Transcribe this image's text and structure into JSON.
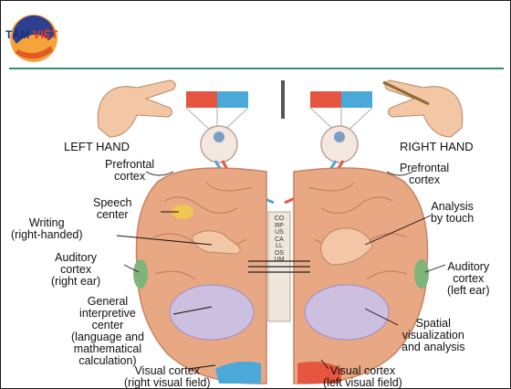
{
  "logo": {
    "word1": "TÂM",
    "word2": "VIỆT",
    "icon": "globe-logo-icon"
  },
  "colors": {
    "rule": "#3a8a7a",
    "red": "#e5553f",
    "blue": "#4aa9d8",
    "brain": "#e8a884"
  },
  "labels": {
    "left_hand": "LEFT HAND",
    "right_hand": "RIGHT HAND",
    "prefrontal_left": [
      "Prefrontal",
      "cortex"
    ],
    "prefrontal_right": [
      "Prefrontal",
      "cortex"
    ],
    "speech": [
      "Speech",
      "center"
    ],
    "writing": [
      "Writing",
      "(right-handed)"
    ],
    "auditory_left": [
      "Auditory",
      "cortex",
      "(right ear)"
    ],
    "general": [
      "General",
      "interpretive",
      "center",
      "(language and",
      "mathematical",
      "calculation)"
    ],
    "visual_left": [
      "Visual cortex",
      "(right visual field)"
    ],
    "analysis": [
      "Analysis",
      "by touch"
    ],
    "auditory_right": [
      "Auditory",
      "cortex",
      "(left ear)"
    ],
    "spatial": [
      "Spatial",
      "visualization",
      "and analysis"
    ],
    "visual_right": [
      "Visual cortex",
      "(left visual field)"
    ],
    "corpus": "CORPUS CALLOSUM"
  }
}
